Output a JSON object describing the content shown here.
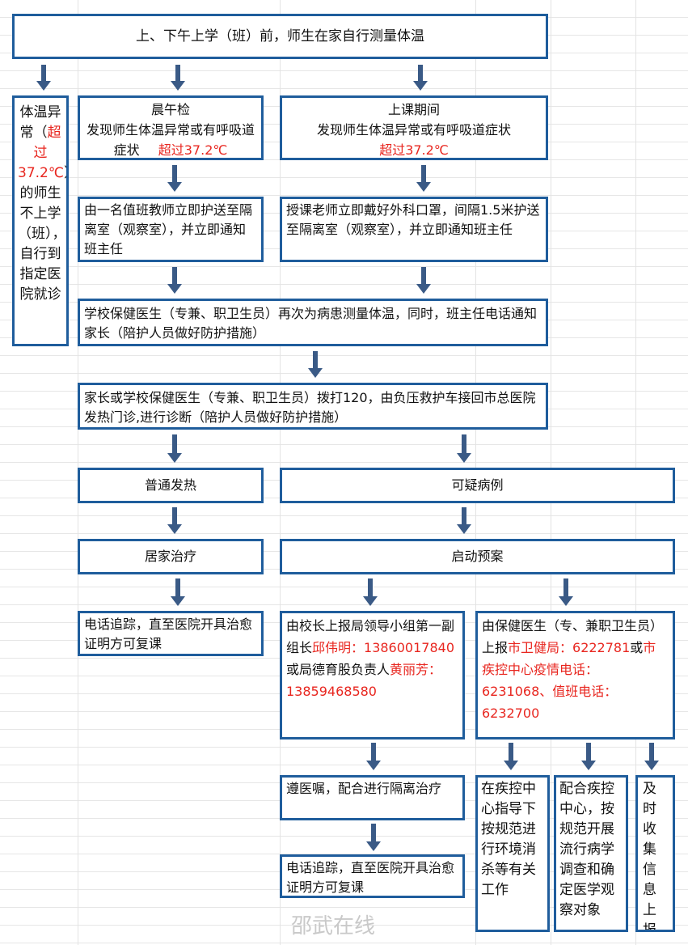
{
  "top": "上、下午上学（班）前，师生在家自行测量体温",
  "left": {
    "p1": "体温异常（",
    "red": "超过37.2℃",
    "p2": "）的师生不上学（班），自行到指定医院就诊"
  },
  "morning": {
    "title": "晨午检",
    "body": "发现师生体温异常或有呼吸道症状",
    "red": "超过37.2℃"
  },
  "class": {
    "title": "上课期间",
    "body": "发现师生体温异常或有呼吸道症状",
    "red": "超过37.2℃"
  },
  "escort_morning": "由一名值班教师立即护送至隔离室（观察室），并立即通知班主任",
  "escort_class": "授课老师立即戴好外科口罩，间隔1.5米护送至隔离室（观察室），并立即通知班主任",
  "remeasure": "学校保健医生（专兼、职卫生员）再次为病患测量体温，同时，班主任电话通知家长（陪护人员做好防护措施）",
  "call120": "家长或学校保健医生（专兼、职卫生员）拨打120，由负压救护车接回市总医院发热门诊,进行诊断（陪护人员做好防护措施）",
  "fever": "普通发热",
  "suspect": "可疑病例",
  "home": "居家治疗",
  "plan": "启动预案",
  "track1": "电话追踪，直至医院开具治愈证明方可复课",
  "report_leader": {
    "p1": "由校长上报局领导小组第一副组长",
    "r1": "邱伟明：13860017840",
    "p2": "或局德育股负责人",
    "r2": "黄丽芳：13859468580"
  },
  "report_health": {
    "p1": "由保健医生（专、兼职卫生员）上报",
    "r1": "市卫健局：6222781",
    "p2": "或",
    "r2": "市疾控中心疫情电话：6231068、值班电话：6232700"
  },
  "isolate": "遵医嘱，配合进行隔离治疗",
  "track2": "电话追踪，直至医院开具治愈证明方可复课",
  "disinfect": "在疾控中心指导下按规范进行环境消杀等有关工作",
  "investigate": "配合疾控中心，按规范开展流行病学调查和确定医学观察对象",
  "collect": "及时收集信息上报上级",
  "watermark": "邵武在线",
  "colors": {
    "border": "#1f5d9c",
    "arrow": "#3a5a86",
    "highlight": "#e8261f"
  }
}
